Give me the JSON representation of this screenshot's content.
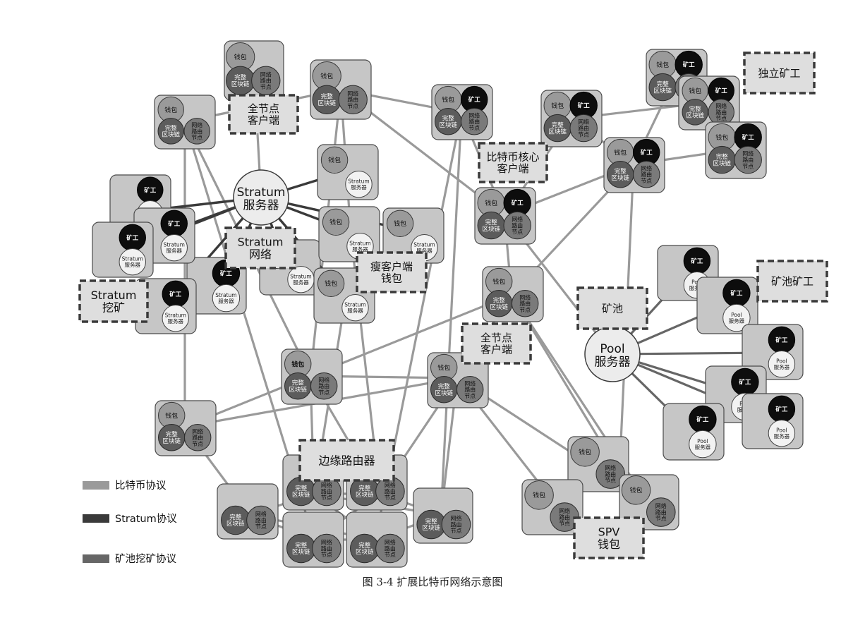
{
  "caption": "图 3-4  扩展比特币网络示意图",
  "legend": [
    {
      "label": "比特币协议",
      "color": "#9a9a9a"
    },
    {
      "label": "Stratum协议",
      "color": "#3a3a3a"
    },
    {
      "label": "矿池挖矿协议",
      "color": "#666666"
    }
  ],
  "callouts": {
    "full_node_top": "全节点\n客户端",
    "solo_miner": "独立矿工",
    "bitcoin_core": "比特币核心\n客户端",
    "stratum_network": "Stratum\n网络",
    "stratum_mining": "Stratum\n挖矿",
    "thin_client": "瘦客户端\n钱包",
    "mining_pool": "矿池",
    "pool_miner": "矿池矿工",
    "full_node_mid": "全节点\n客户端",
    "edge_router": "边缘路由器",
    "spv_wallet": "SPV\n钱包"
  },
  "servers": {
    "stratum": "Stratum\n服务器",
    "pool": "Pool\n服务器"
  },
  "labels": {
    "wallet": "钱包",
    "wallet_bold": "钱包",
    "miner": "矿工",
    "blockchain": "完整\n区块链",
    "router": "网络\n路由\n节点",
    "stratum_srv": "Stratum\n服务器",
    "pool_srv": "Pool\n服务器"
  }
}
